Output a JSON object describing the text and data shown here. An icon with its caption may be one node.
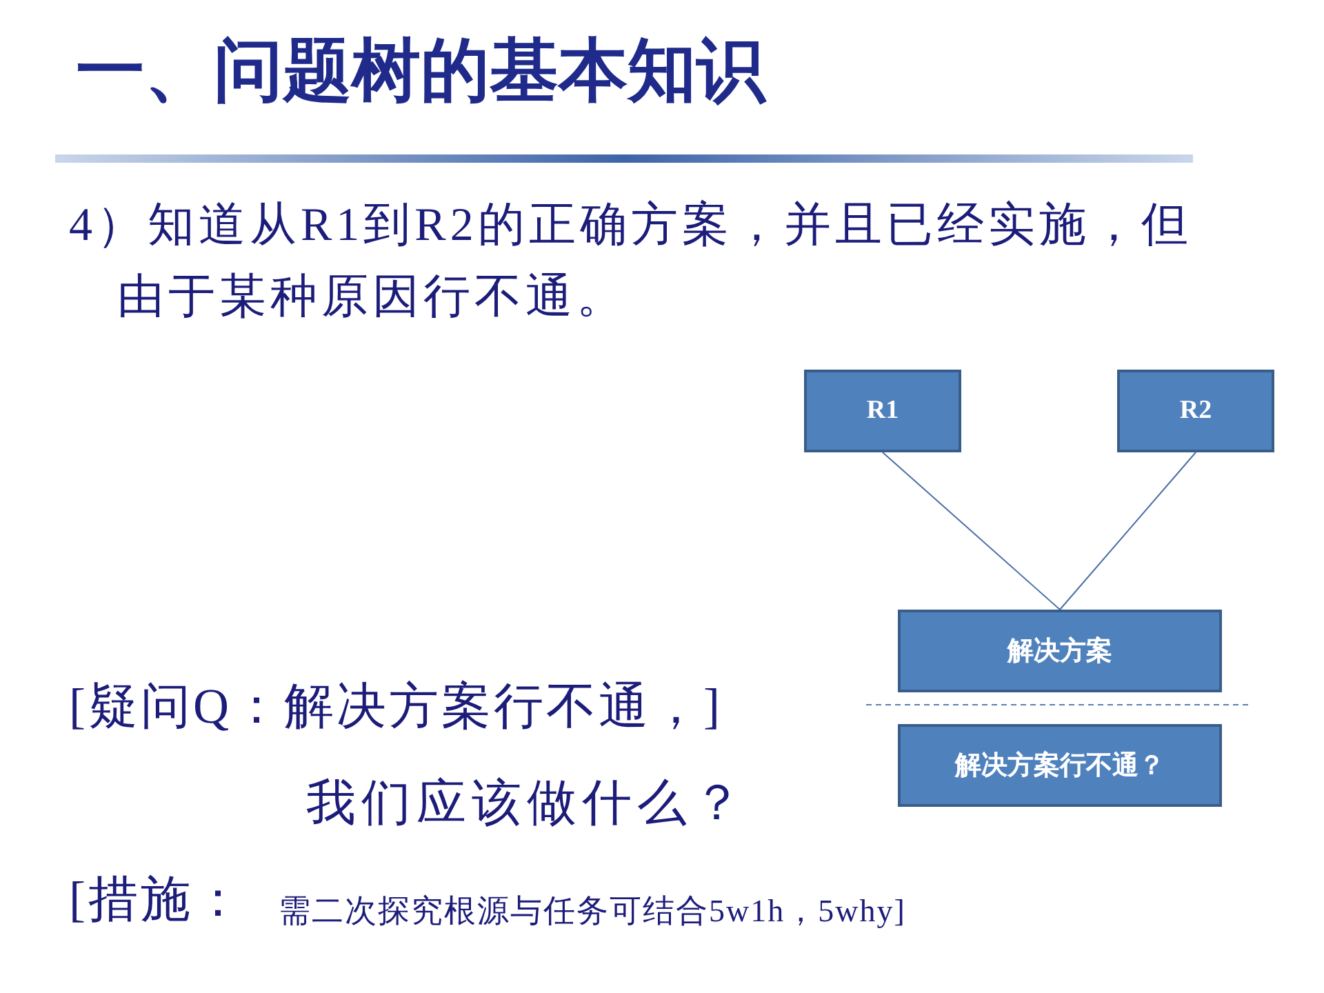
{
  "diagram": {
    "title": "一、问题树的基本知识",
    "nodes": [
      {
        "text": [
          "R1"
        ]
      },
      {
        "text": [
          "R2"
        ]
      },
      {
        "text": [
          "解决方案"
        ]
      },
      {
        "text": [
          "解决方案行不通？"
        ]
      }
    ],
    "edges": [
      {
        "from": 0,
        "to": 2,
        "arrow": "none"
      },
      {
        "from": 1,
        "to": 2,
        "arrow": "none"
      }
    ],
    "labels": [
      "4）知道从R1到R2的正确方案，并且已经实施，但由于某种原因行不通。",
      "[疑问Q：解决方案行不通，]",
      "我们应该做什么？",
      "[措施：",
      "需二次探究根源与任务可结合5w1h，5why]"
    ]
  }
}
